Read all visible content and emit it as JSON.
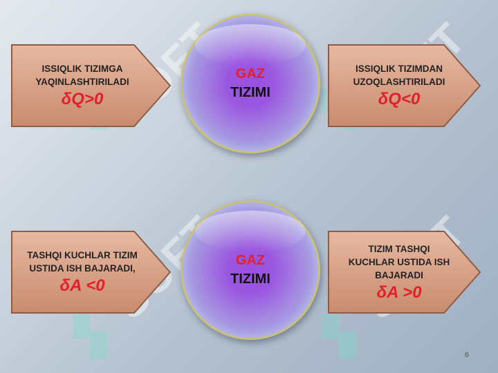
{
  "top": {
    "left_arrow": {
      "caption_line1": "ISSIQLIK TIZIMGA",
      "caption_line2": "YAQINLASHTIRILADI",
      "formula": "δQ>0"
    },
    "circle": {
      "word1": "GAZ",
      "word2": "TIZIMI"
    },
    "right_arrow": {
      "caption_line1": "ISSIQLIK TIZIMDAN",
      "caption_line2": "UZOQLASHTIRILADI",
      "formula": "δQ<0"
    }
  },
  "bottom": {
    "left_arrow": {
      "caption_line1": "TASHQI KUCHLAR TIZIM",
      "caption_line2": "USTIDA ISH BAJARADI,",
      "formula": "δA <0"
    },
    "circle": {
      "word1": "GAZ",
      "word2": "TIZIMI"
    },
    "right_arrow": {
      "caption_line1": "TIZIM TASHQI",
      "caption_line2": "KUCHLAR USTIDA ISH",
      "caption_line3": "BAJARADI",
      "formula": "δA >0"
    }
  },
  "watermark": "SOFT",
  "page_number": "6",
  "colors": {
    "arrow_fill": "#d9a083",
    "formula": "#e0202a",
    "circle_border": "#c9c17a",
    "circle_core": "#9b4fe0"
  }
}
